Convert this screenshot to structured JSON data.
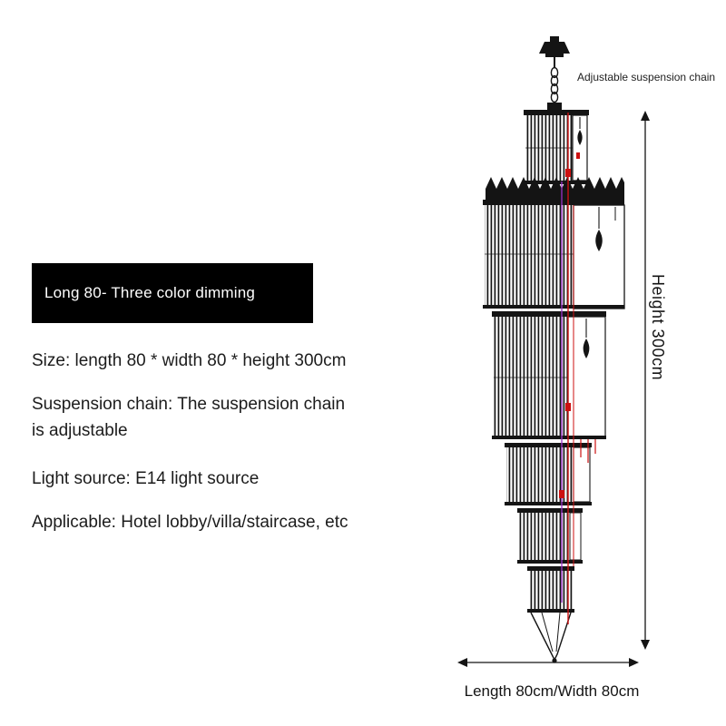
{
  "badge": {
    "label": "Long 80- Three color dimming",
    "bg": "#000000",
    "fg": "#ffffff"
  },
  "specs": {
    "size": "Size: length 80 * width 80 * height 300cm",
    "suspension": "Suspension chain: The suspension chain is adjustable",
    "light_source": "Light source: E14 light source",
    "applicable": "Applicable: Hotel lobby/villa/staircase, etc"
  },
  "dimensions": {
    "chain_note": "Adjustable suspension chain",
    "height_label": "Height 300cm",
    "width_label": "Length 80cm/Width 80cm"
  },
  "illustration": {
    "subject": "tiered-crystal-chandelier-line-drawing",
    "line_color": "#141414",
    "accent_red": "#cc1111",
    "accent_purple": "#9b30c8"
  }
}
